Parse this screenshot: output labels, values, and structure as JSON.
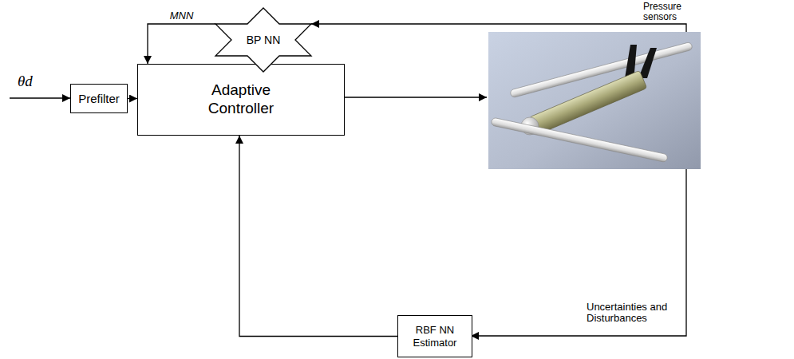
{
  "diagram": {
    "nodes": [
      {
        "text": [
          "Prefilter"
        ]
      },
      {
        "text": [
          "Adaptive Controller"
        ]
      },
      {
        "text": [
          "BP NN"
        ]
      },
      {
        "text": [
          "RBF NN Estimator"
        ]
      }
    ],
    "edges": [
      {
        "from": 0,
        "to": 1,
        "arrow": "to"
      },
      {
        "from": 2,
        "to": 1,
        "label": "MNN",
        "arrow": "to"
      },
      {
        "from": 3,
        "to": 1,
        "arrow": "to"
      }
    ],
    "labels": [
      "θd",
      "Pressure sensors",
      "Uncertainties and Disturbances"
    ]
  }
}
